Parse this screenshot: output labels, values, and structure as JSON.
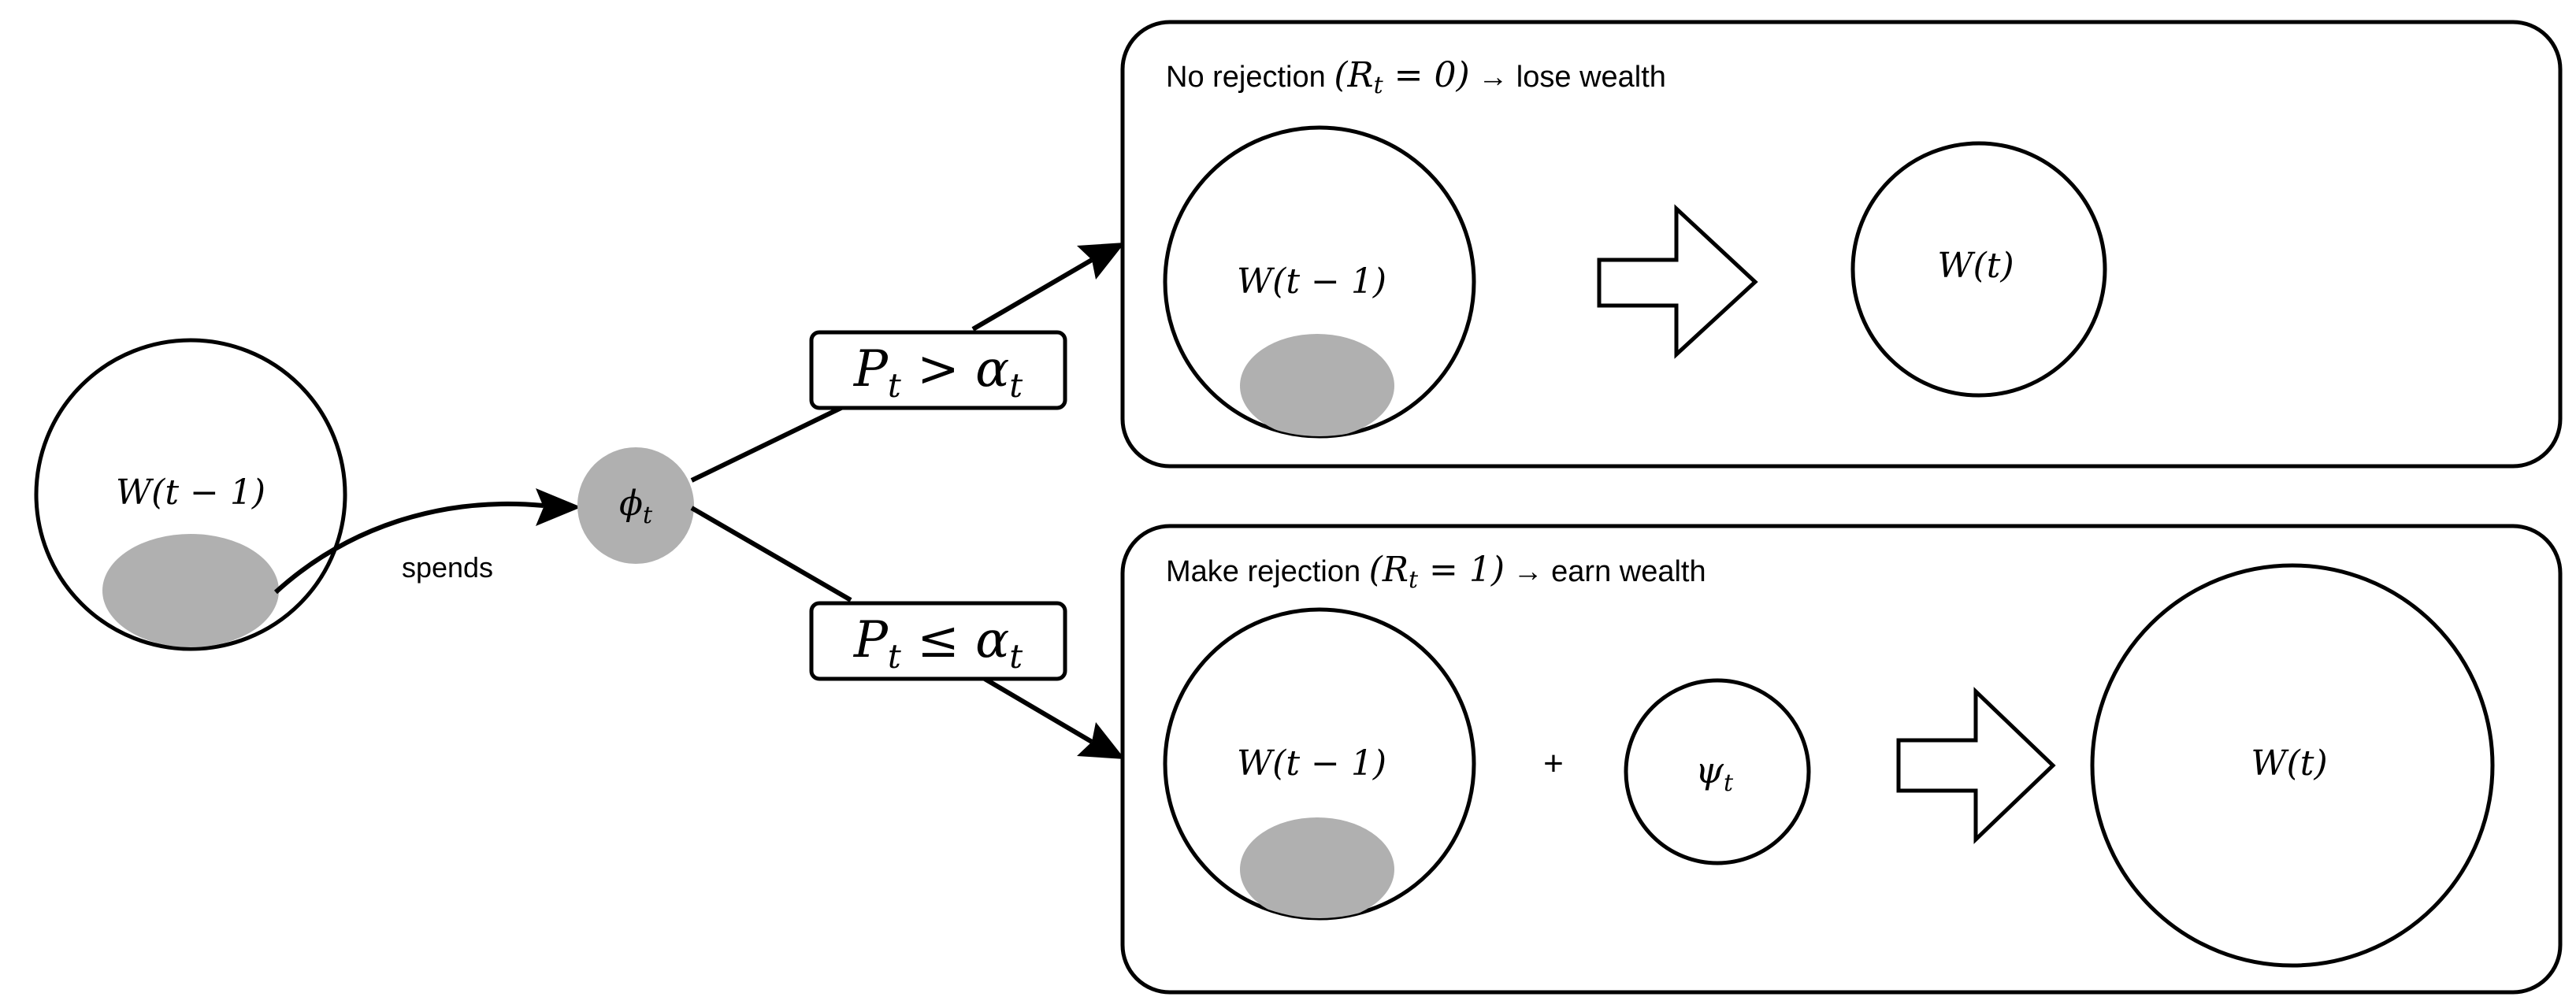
{
  "source_node": {
    "label": "W(t − 1)",
    "edge_label": "spends"
  },
  "spend_node": {
    "label": "ϕ",
    "sub": "t"
  },
  "conditions": {
    "upper": {
      "main": "P",
      "sub1": "t",
      "op": " > ",
      "rhs": "α",
      "sub2": "t"
    },
    "lower": {
      "main": "P",
      "sub1": "t",
      "op": " ≤ ",
      "rhs": "α",
      "sub2": "t"
    }
  },
  "panel_no_rejection": {
    "title_pre": "No rejection ",
    "title_math": "(R",
    "title_sub": "t",
    "title_math2": " = 0)",
    "title_post": " → lose wealth",
    "prev_label": "W(t − 1)",
    "next_label": "W(t)"
  },
  "panel_rejection": {
    "title_pre": "Make rejection ",
    "title_math": "(R",
    "title_sub": "t",
    "title_math2": " = 1)",
    "title_post": " → earn wealth",
    "prev_label": "W(t − 1)",
    "plus": "+",
    "earn_label": "ψ",
    "earn_sub": "t",
    "next_label": "W(t)"
  },
  "colors": {
    "spent_fill": "#b0b0b0",
    "stroke": "#000000",
    "background": "#ffffff"
  }
}
